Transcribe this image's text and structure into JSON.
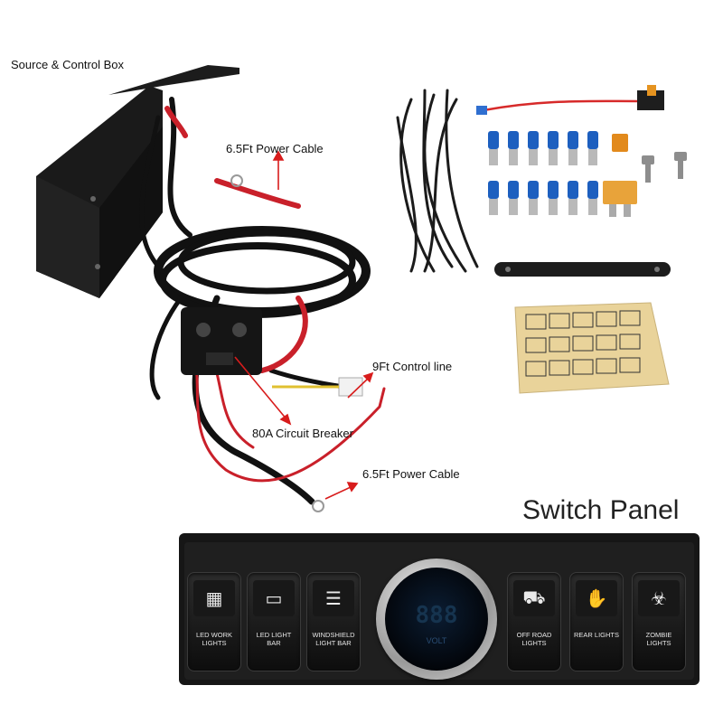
{
  "labels": {
    "source_control_box": "Source & Control Box",
    "power_cable_top": "6.5Ft Power Cable",
    "control_line": "9Ft Control line",
    "circuit_breaker": "80A Circuit Breaker",
    "power_cable_bottom": "6.5Ft Power Cable",
    "switch_panel": "Switch Panel"
  },
  "switches_left": [
    {
      "label": "LED WORK LIGHTS",
      "icon": "work-light-icon"
    },
    {
      "label": "LED LIGHT BAR",
      "icon": "light-bar-icon"
    },
    {
      "label": "WINDSHIELD LIGHT BAR",
      "icon": "windshield-icon"
    }
  ],
  "switches_right": [
    {
      "label": "OFF ROAD LIGHTS",
      "icon": "off-road-icon"
    },
    {
      "label": "REAR LIGHTS",
      "icon": "hand-icon"
    },
    {
      "label": "ZOMBIE LIGHTS",
      "icon": "biohazard-icon"
    }
  ],
  "gauge": {
    "unit": "VOLT",
    "digits": "888"
  },
  "colors": {
    "cable_red": "#c9202a",
    "arrow_red": "#d81c1c",
    "panel_black": "#161616",
    "terminal_blue": "#1d5fbf"
  }
}
